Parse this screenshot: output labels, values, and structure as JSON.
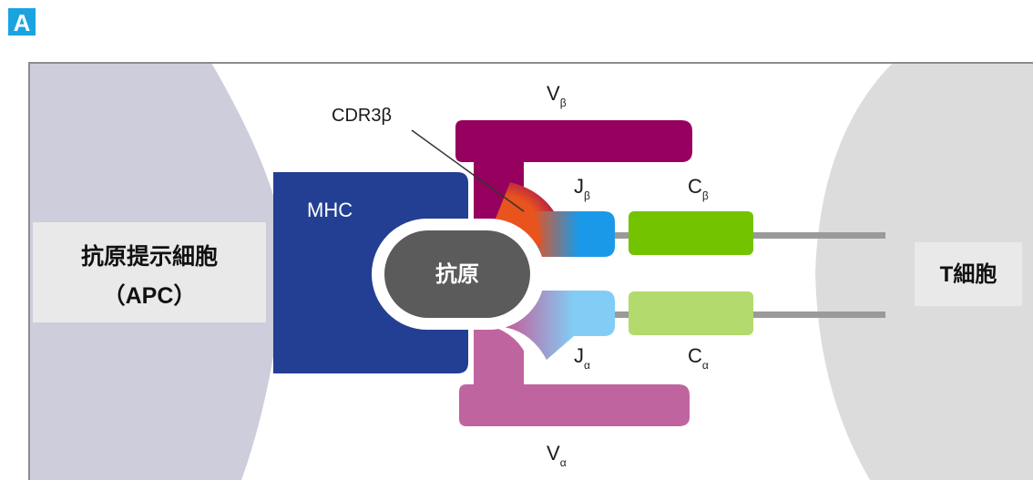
{
  "panel_label": "A",
  "cells": {
    "apc": {
      "line1": "抗原提示細胞",
      "line2": "（APC）"
    },
    "t_cell": {
      "label": "T細胞"
    }
  },
  "molecules": {
    "mhc": "MHC",
    "antigen": "抗原",
    "cdr3b": "CDR3β",
    "v_beta": {
      "main": "V",
      "sub": "β"
    },
    "v_alpha": {
      "main": "V",
      "sub": "α"
    },
    "j_beta": {
      "main": "J",
      "sub": "β"
    },
    "j_alpha": {
      "main": "J",
      "sub": "α"
    },
    "c_beta": {
      "main": "C",
      "sub": "β"
    },
    "c_alpha": {
      "main": "C",
      "sub": "α"
    }
  },
  "colors": {
    "panel_label_bg": "#1aa3e0",
    "apc_cell": "#cdcddc",
    "t_cell": "#dcdcdc",
    "label_box": "#e9e9e9",
    "mhc": "#233f93",
    "antigen": "#5b5b5b",
    "v_beta": "#96005e",
    "v_alpha": "#c0649f",
    "cdr3": "#e8531e",
    "j_beta": "#1a99e8",
    "j_alpha": "#82cdf5",
    "c_beta": "#73c300",
    "c_alpha": "#b2da6d",
    "stalk": "#9a9a9a",
    "frame": "#8c8c8c"
  }
}
